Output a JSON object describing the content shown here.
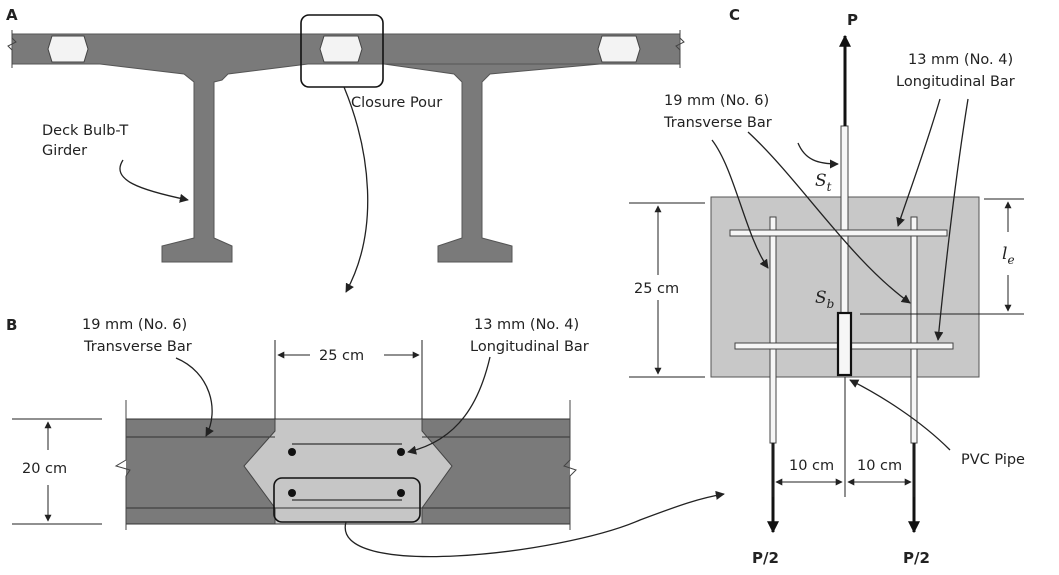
{
  "panels": {
    "a": "A",
    "b": "B",
    "c": "C"
  },
  "panel_a": {
    "girder_label_line1": "Deck Bulb-T",
    "girder_label_line2": "Girder",
    "closure_label": "Closure Pour"
  },
  "panel_b": {
    "transverse_line1": "19 mm (No. 6)",
    "transverse_line2": "Transverse Bar",
    "longitudinal_line1": "13 mm (No. 4)",
    "longitudinal_line2": "Longitudinal Bar",
    "width_dim": "25 cm",
    "depth_dim": "20 cm"
  },
  "panel_c": {
    "load_top": "P",
    "load_left": "P/2",
    "load_right": "P/2",
    "transverse_line1": "19 mm (No. 6)",
    "transverse_line2": "Transverse Bar",
    "longitudinal_line1": "13 mm (No. 4)",
    "longitudinal_line2": "Longitudinal Bar",
    "height_dim": "25 cm",
    "spacing_left": "10 cm",
    "spacing_right": "10 cm",
    "pipe_label": "PVC Pipe",
    "st_main": "S",
    "st_sub": "t",
    "sb_main": "S",
    "sb_sub": "b",
    "le_main": "l",
    "le_sub": "e"
  },
  "colors": {
    "concrete_dark": "#7a7a7a",
    "concrete_light": "#c6c6c6",
    "specimen_fill": "#c8c8c8",
    "ink": "#222222"
  }
}
